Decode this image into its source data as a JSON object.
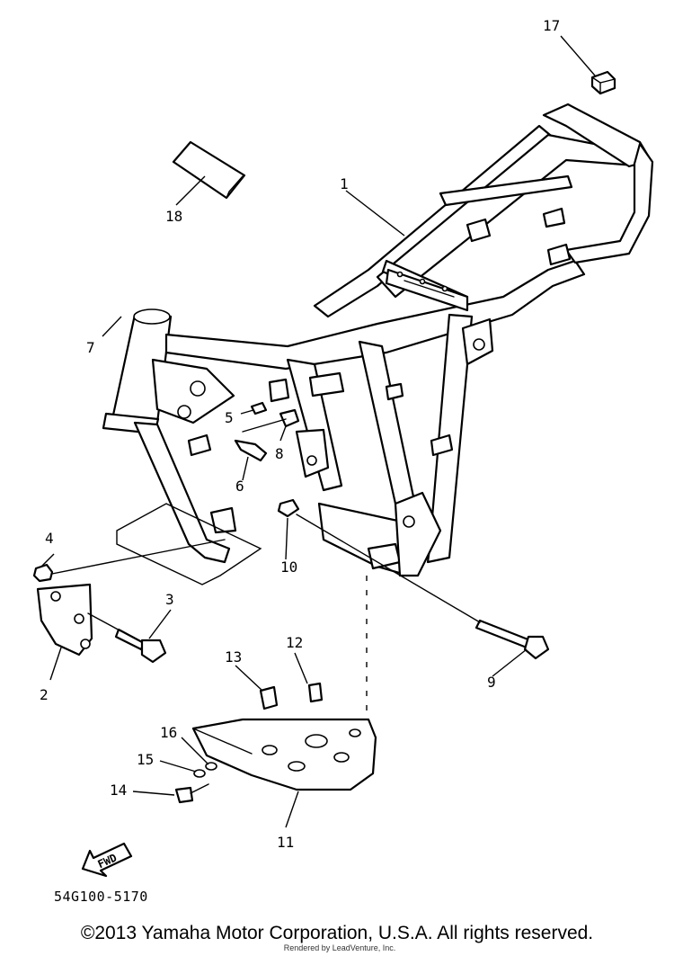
{
  "callouts": {
    "c1": "1",
    "c2": "2",
    "c3": "3",
    "c4": "4",
    "c5": "5",
    "c6": "6",
    "c7": "7",
    "c8": "8",
    "c9": "9",
    "c10": "10",
    "c11": "11",
    "c12": "12",
    "c13": "13",
    "c14": "14",
    "c15": "15",
    "c16": "16",
    "c17": "17",
    "c18": "18"
  },
  "fwd_label": "FWD",
  "diagram_code": "54G100-5170",
  "footer": {
    "copyright": "©2013 Yamaha Motor Corporation, U.S.A. All rights reserved.",
    "rendered_by": "Rendered by LeadVenture, Inc."
  }
}
